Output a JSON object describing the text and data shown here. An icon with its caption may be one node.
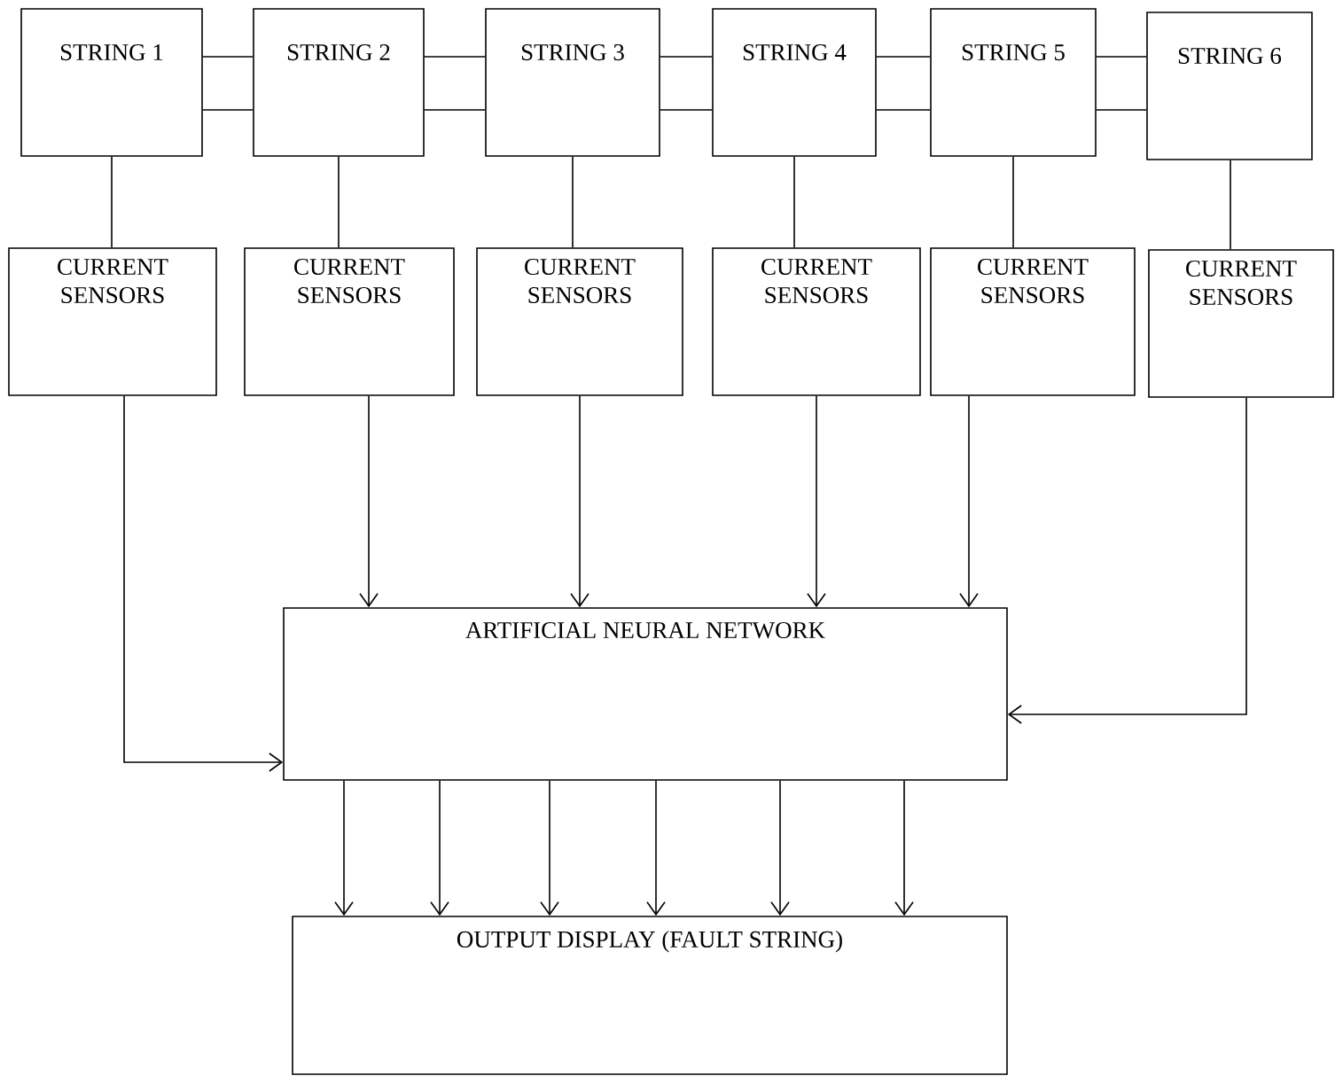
{
  "diagram": {
    "nodes": [
      {
        "text": [
          "STRING 1"
        ]
      },
      {
        "text": [
          "STRING 2"
        ]
      },
      {
        "text": [
          "STRING 3"
        ]
      },
      {
        "text": [
          "STRING 4"
        ]
      },
      {
        "text": [
          "STRING 5"
        ]
      },
      {
        "text": [
          "STRING 6"
        ]
      },
      {
        "text": [
          "CURRENT SENSORS"
        ]
      },
      {
        "text": [
          "CURRENT SENSORS"
        ]
      },
      {
        "text": [
          "CURRENT SENSORS"
        ]
      },
      {
        "text": [
          "CURRENT SENSORS"
        ]
      },
      {
        "text": [
          "CURRENT SENSORS"
        ]
      },
      {
        "text": [
          "CURRENT SENSORS"
        ]
      },
      {
        "text": [
          "ARTIFICIAL NEURAL NETWORK"
        ]
      },
      {
        "text": [
          "OUTPUT DISPLAY (FAULT STRING)"
        ]
      }
    ],
    "edges": [
      {
        "from": 0,
        "to": 1,
        "arrow": "none"
      },
      {
        "from": 0,
        "to": 1,
        "arrow": "none"
      },
      {
        "from": 1,
        "to": 2,
        "arrow": "none"
      },
      {
        "from": 1,
        "to": 2,
        "arrow": "none"
      },
      {
        "from": 2,
        "to": 3,
        "arrow": "none"
      },
      {
        "from": 2,
        "to": 3,
        "arrow": "none"
      },
      {
        "from": 3,
        "to": 4,
        "arrow": "none"
      },
      {
        "from": 3,
        "to": 4,
        "arrow": "none"
      },
      {
        "from": 4,
        "to": 5,
        "arrow": "none"
      },
      {
        "from": 4,
        "to": 5,
        "arrow": "none"
      },
      {
        "from": 0,
        "to": 6,
        "arrow": "none"
      },
      {
        "from": 1,
        "to": 7,
        "arrow": "none"
      },
      {
        "from": 2,
        "to": 8,
        "arrow": "none"
      },
      {
        "from": 3,
        "to": 9,
        "arrow": "none"
      },
      {
        "from": 4,
        "to": 10,
        "arrow": "none"
      },
      {
        "from": 5,
        "to": 11,
        "arrow": "none"
      },
      {
        "from": 6,
        "to": 12,
        "arrow": "to"
      },
      {
        "from": 7,
        "to": 12,
        "arrow": "to"
      },
      {
        "from": 8,
        "to": 12,
        "arrow": "to"
      },
      {
        "from": 9,
        "to": 12,
        "arrow": "to"
      },
      {
        "from": 10,
        "to": 12,
        "arrow": "to"
      },
      {
        "from": 11,
        "to": 12,
        "arrow": "to"
      },
      {
        "from": 12,
        "to": 13,
        "arrow": "to"
      },
      {
        "from": 12,
        "to": 13,
        "arrow": "to"
      },
      {
        "from": 12,
        "to": 13,
        "arrow": "to"
      },
      {
        "from": 12,
        "to": 13,
        "arrow": "to"
      },
      {
        "from": 12,
        "to": 13,
        "arrow": "to"
      },
      {
        "from": 12,
        "to": 13,
        "arrow": "to"
      }
    ]
  }
}
